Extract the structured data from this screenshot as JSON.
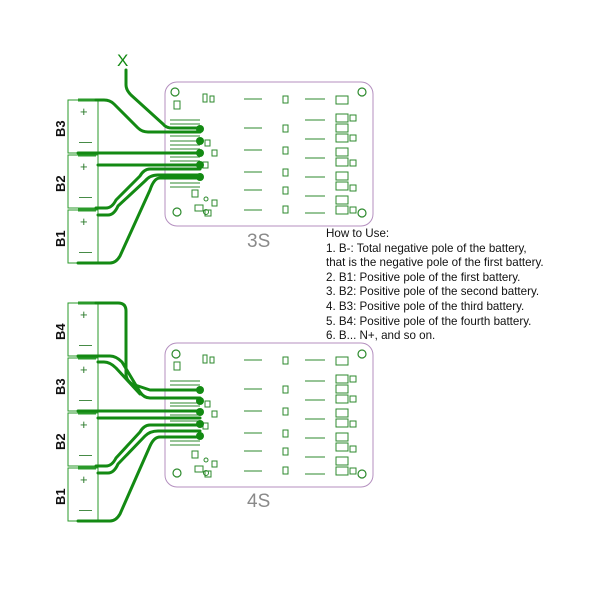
{
  "colors": {
    "trace": "#138a13",
    "board_outline": "#b48fbf",
    "silkscreen": "#2c8a2c",
    "battery_outline": "#2a9a2a",
    "board_label": "#8a8a8a"
  },
  "diagram_3s": {
    "label": "3S",
    "batteries": [
      {
        "name": "B3",
        "plus": "+",
        "minus": "—"
      },
      {
        "name": "B2",
        "plus": "+",
        "minus": "—"
      },
      {
        "name": "B1",
        "plus": "+",
        "minus": "—"
      }
    ],
    "x_mark": "X"
  },
  "diagram_4s": {
    "label": "4S",
    "batteries": [
      {
        "name": "B4",
        "plus": "+",
        "minus": "—"
      },
      {
        "name": "B3",
        "plus": "+",
        "minus": "—"
      },
      {
        "name": "B2",
        "plus": "+",
        "minus": "—"
      },
      {
        "name": "B1",
        "plus": "+",
        "minus": "—"
      }
    ]
  },
  "instructions": {
    "heading": "How to Use:",
    "lines": [
      "1. B-: Total negative pole of the battery,",
      "that is the negative pole of the first battery.",
      "2. B1: Positive pole of the first battery.",
      "3. B2: Positive pole of the second battery.",
      "4. B3: Positive pole of the third battery.",
      "5. B4: Positive pole of the fourth battery.",
      "6. B... N+, and so on."
    ]
  }
}
